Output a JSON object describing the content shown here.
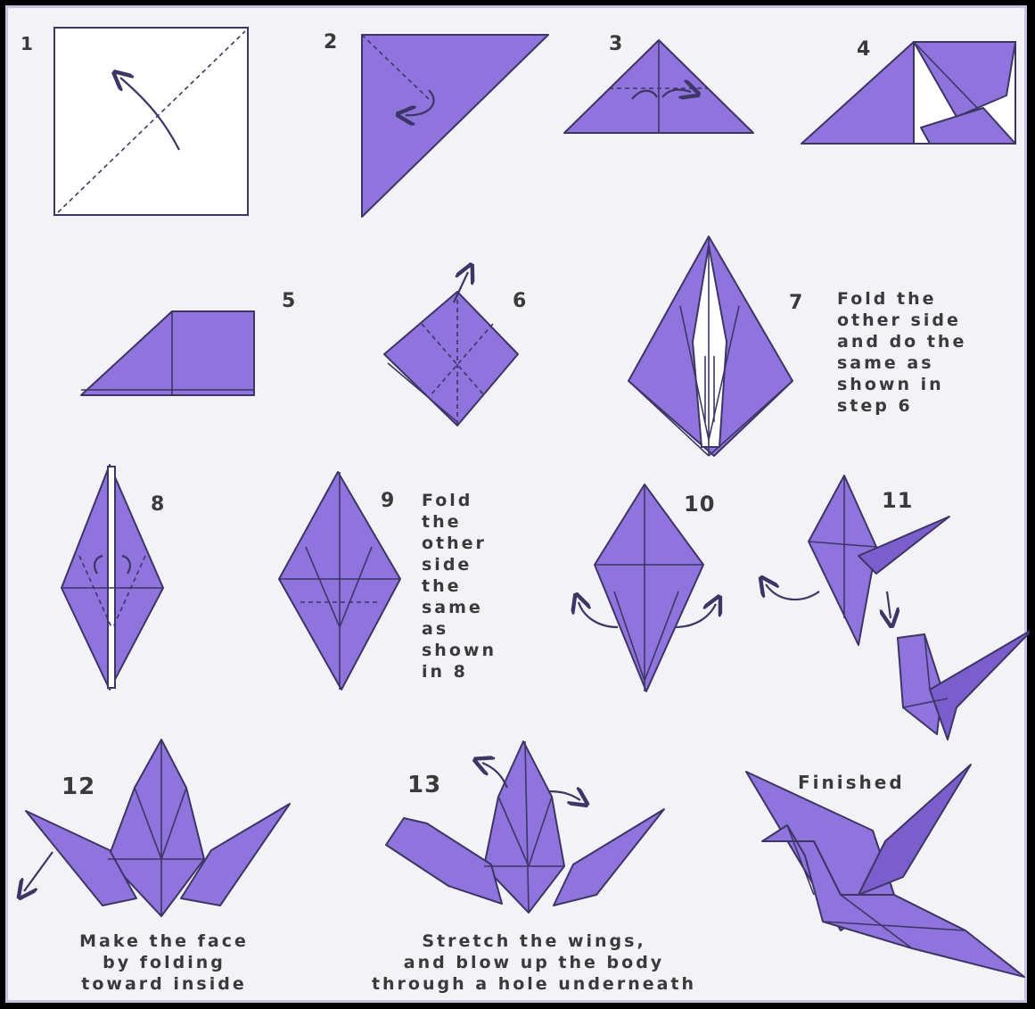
{
  "step_numbers": [
    "1",
    "2",
    "3",
    "4",
    "5",
    "6",
    "7",
    "8",
    "9",
    "10",
    "11",
    "12",
    "13"
  ],
  "notes": {
    "step7": [
      "Fold the",
      "other side",
      "and do the",
      "same as",
      "shown in",
      "step 6"
    ],
    "step9": [
      "Fold",
      "the",
      "other",
      "side",
      "the",
      "same",
      "as",
      "shown",
      "in 8"
    ],
    "step12": [
      "Make the face",
      "by folding",
      "toward inside"
    ],
    "step13": [
      "Stretch the wings,",
      "and blow up the body",
      "through a hole underneath"
    ],
    "finished": "Finished"
  },
  "colors": {
    "paper": "#8e74dc",
    "paper_dark": "#7a5fcc",
    "outline": "#3d3566",
    "background": "#f3f2f6",
    "border": "#c9bfe0"
  }
}
